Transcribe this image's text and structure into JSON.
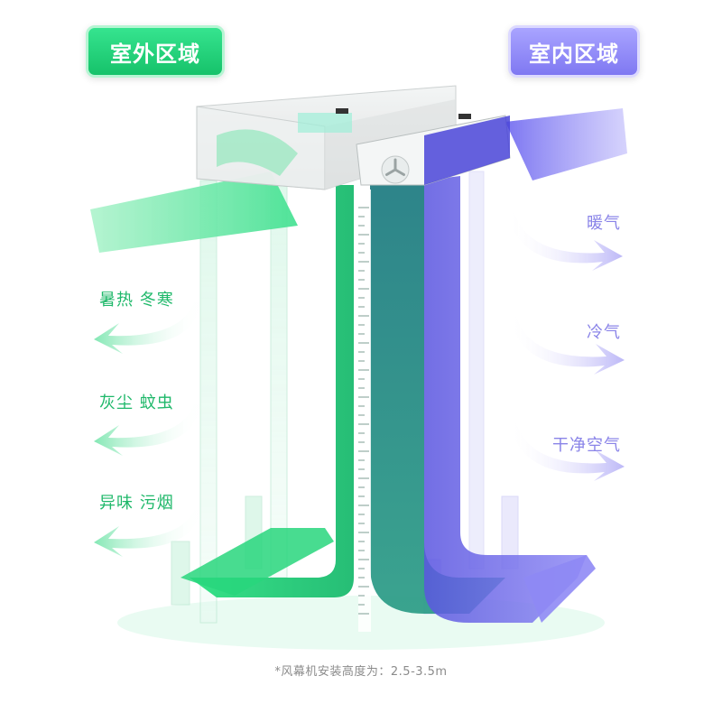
{
  "zones": {
    "outdoor": "室外区域",
    "indoor": "室内区域"
  },
  "outdoor_labels": [
    "暑热 冬寒",
    "灰尘 蚊虫",
    "异味 污烟"
  ],
  "indoor_labels": [
    "暖气",
    "冷气",
    "干净空气"
  ],
  "footnote": "*风幕机安装高度为：2.5-3.5m",
  "colors": {
    "outdoor_green": "#1fd07a",
    "indoor_purple": "#8a84e8",
    "curtain_teal": "#1e8f8f"
  }
}
